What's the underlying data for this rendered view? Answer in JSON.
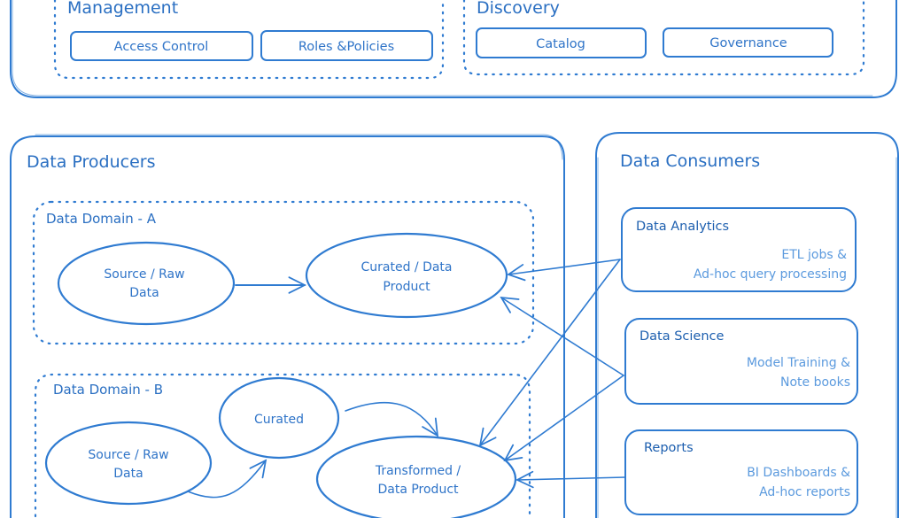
{
  "colors": {
    "stroke": "#2f7bd1",
    "text": "#2a6fc2",
    "muted_text": "#5b9ade",
    "background": "#ffffff"
  },
  "governance": {
    "management": {
      "title": "Management",
      "buttons": [
        {
          "label": "Access Control"
        },
        {
          "label": "Roles &Policies"
        }
      ]
    },
    "discovery": {
      "title": "Discovery",
      "buttons": [
        {
          "label": "Catalog"
        },
        {
          "label": "Governance"
        }
      ]
    }
  },
  "producers": {
    "title": "Data Producers",
    "domain_a": {
      "title": "Data Domain - A",
      "nodes": [
        {
          "line1": "Source / Raw",
          "line2": "Data"
        },
        {
          "line1": "Curated / Data",
          "line2": "Product"
        }
      ]
    },
    "domain_b": {
      "title": "Data Domain - B",
      "nodes": [
        {
          "line1": "Source / Raw",
          "line2": "Data"
        },
        {
          "line1": "Curated",
          "line2": ""
        },
        {
          "line1": "Transformed /",
          "line2": "Data Product"
        }
      ]
    }
  },
  "consumers": {
    "title": "Data Consumers",
    "cards": [
      {
        "title": "Data Analytics",
        "desc1": "ETL jobs &",
        "desc2": "Ad-hoc query processing"
      },
      {
        "title": "Data Science",
        "desc1": "Model Training &",
        "desc2": "Note books"
      },
      {
        "title": "Reports",
        "desc1": "BI Dashboards &",
        "desc2": "Ad-hoc reports"
      }
    ]
  },
  "edges": [
    {
      "from": "domain-a-source",
      "to": "domain-a-curated-product"
    },
    {
      "from": "domain-b-source",
      "to": "domain-b-curated"
    },
    {
      "from": "domain-b-curated",
      "to": "domain-b-transformed-product"
    },
    {
      "from": "data-analytics",
      "to": "domain-a-curated-product"
    },
    {
      "from": "data-analytics",
      "to": "domain-b-transformed-product"
    },
    {
      "from": "data-science",
      "to": "domain-a-curated-product"
    },
    {
      "from": "data-science",
      "to": "domain-b-transformed-product"
    },
    {
      "from": "reports",
      "to": "domain-b-transformed-product"
    }
  ]
}
